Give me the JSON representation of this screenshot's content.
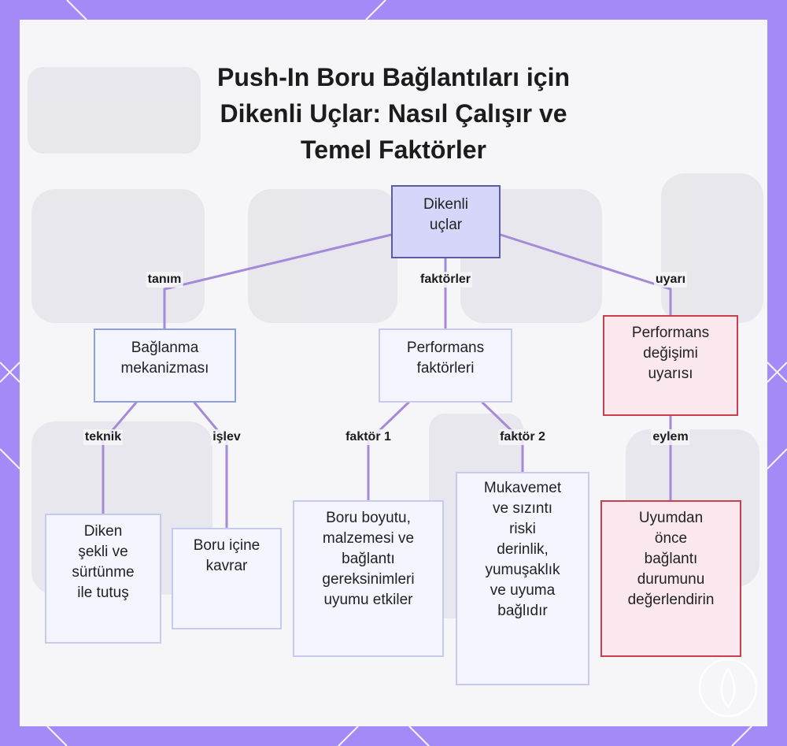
{
  "title": {
    "lines": [
      "Push-In Boru Bağlantıları için",
      "Dikenli Uçlar: Nasıl Çalışır ve",
      "Temel Faktörler"
    ]
  },
  "colors": {
    "frame": "#a48af6",
    "edge": "#a48ad8",
    "root_fill": "#d6d6fb",
    "warn_border": "#c8404e"
  },
  "nodes": {
    "root": {
      "lines": [
        "Dikenli",
        "uçlar"
      ]
    },
    "mechanism": {
      "lines": [
        "Bağlanma",
        "mekanizması"
      ]
    },
    "factors": {
      "lines": [
        "Performans",
        "faktörleri"
      ]
    },
    "warning": {
      "lines": [
        "Performans",
        "değişimi",
        "uyarısı"
      ]
    },
    "barb_shape": {
      "lines": [
        "Diken",
        "şekli ve",
        "sürtünme",
        "ile tutuş"
      ]
    },
    "grip": {
      "lines": [
        "Boru içine",
        "kavrar"
      ]
    },
    "pipe_size": {
      "lines": [
        "Boru boyutu,",
        "malzemesi ve",
        "bağlantı",
        "gereksinimleri",
        "uyumu etkiler"
      ]
    },
    "strength": {
      "lines": [
        "Mukavemet",
        "ve sızıntı",
        "riski",
        "derinlik,",
        "yumuşaklık",
        "ve uyuma",
        "bağlıdır"
      ]
    },
    "assess": {
      "lines": [
        "Uyumdan",
        "önce",
        "bağlantı",
        "durumunu",
        "değerlendirin"
      ]
    }
  },
  "edge_labels": {
    "definition": "tanım",
    "factors": "faktörler",
    "warning": "uyarı",
    "technical": "teknik",
    "function": "işlev",
    "factor1": "faktör 1",
    "factor2": "faktör 2",
    "action": "eylem"
  }
}
